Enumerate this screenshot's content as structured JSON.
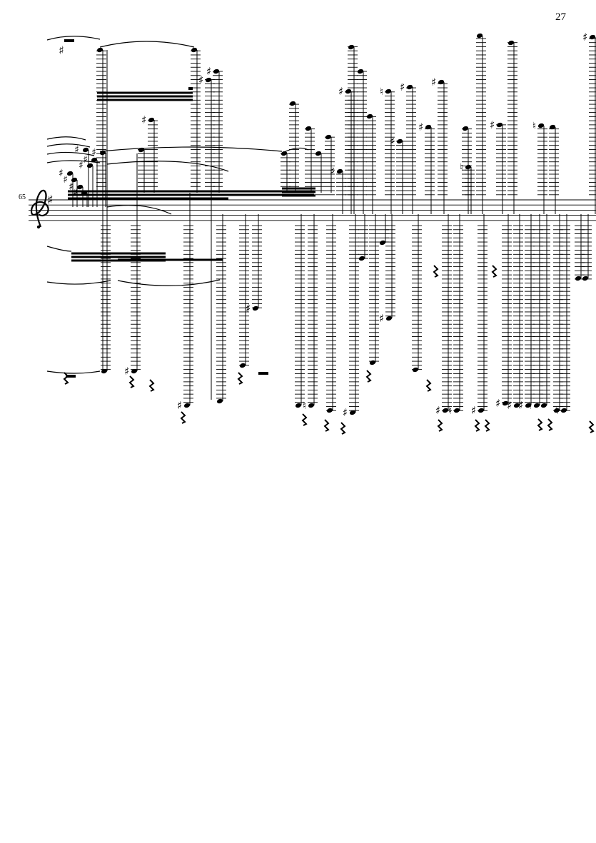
{
  "page": {
    "page_number": "27",
    "measure_number": "65"
  },
  "music": {
    "clef": "treble-clef",
    "key_signature": "G major (one sharp, F#)",
    "ink_color": "#000000"
  }
}
